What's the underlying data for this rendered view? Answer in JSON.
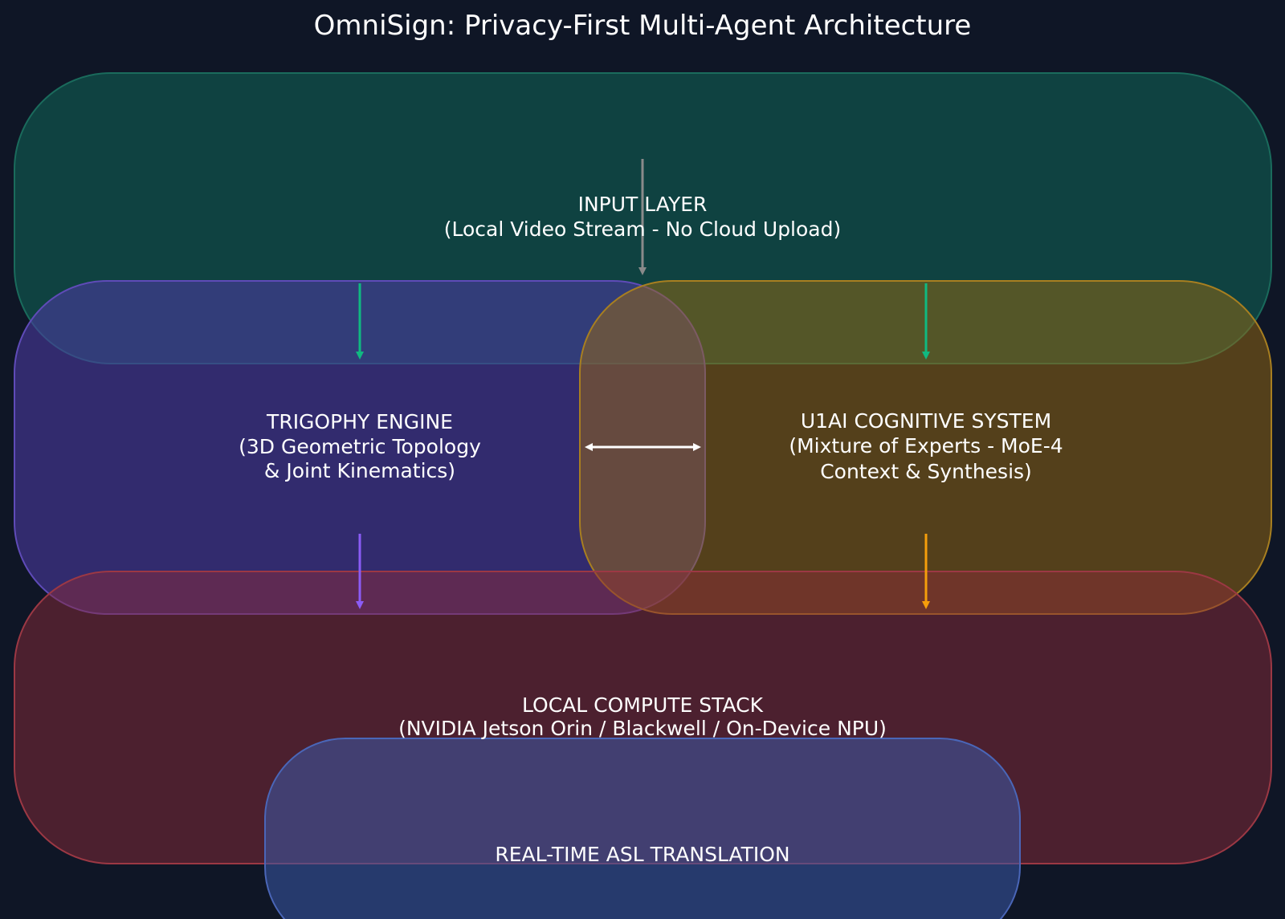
{
  "title": "OmniSign: Privacy-First Multi-Agent Architecture",
  "background_color": "#0f1626",
  "nodes": {
    "input_layer": {
      "title": "INPUT LAYER",
      "subtitle": "(Local Video Stream - No Cloud Upload)",
      "fill": "#0f4a47",
      "stroke": "#1a6b5c"
    },
    "trigophy_engine": {
      "title": "TRIGOPHY ENGINE",
      "subtitle_line1": "(3D Geometric Topology",
      "subtitle_line2": "& Joint Kinematics)",
      "fill": "#4a3a9e",
      "stroke": "#5f4bb8"
    },
    "u1ai_system": {
      "title": "U1AI COGNITIVE SYSTEM",
      "subtitle_line1": "(Mixture of Experts - MoE-4",
      "subtitle_line2": "Context & Synthesis)",
      "fill": "#9a6a10",
      "stroke": "#a87f20"
    },
    "compute_stack": {
      "title": "LOCAL COMPUTE STACK",
      "subtitle": "(NVIDIA Jetson Orin / Blackwell / On-Device NPU)",
      "fill": "#8a2a38",
      "stroke": "#9c3844"
    },
    "asl_translation": {
      "title": "REAL-TIME ASL TRANSLATION",
      "fill": "#3a5aa8",
      "stroke": "#4a66b8"
    }
  },
  "arrows": {
    "input_gray": "#8a8a8a",
    "input_to_engines": "#10b981",
    "trigophy_out": "#8b5cf6",
    "u1ai_out": "#f59e0b",
    "bidirectional": "#ffffff"
  }
}
